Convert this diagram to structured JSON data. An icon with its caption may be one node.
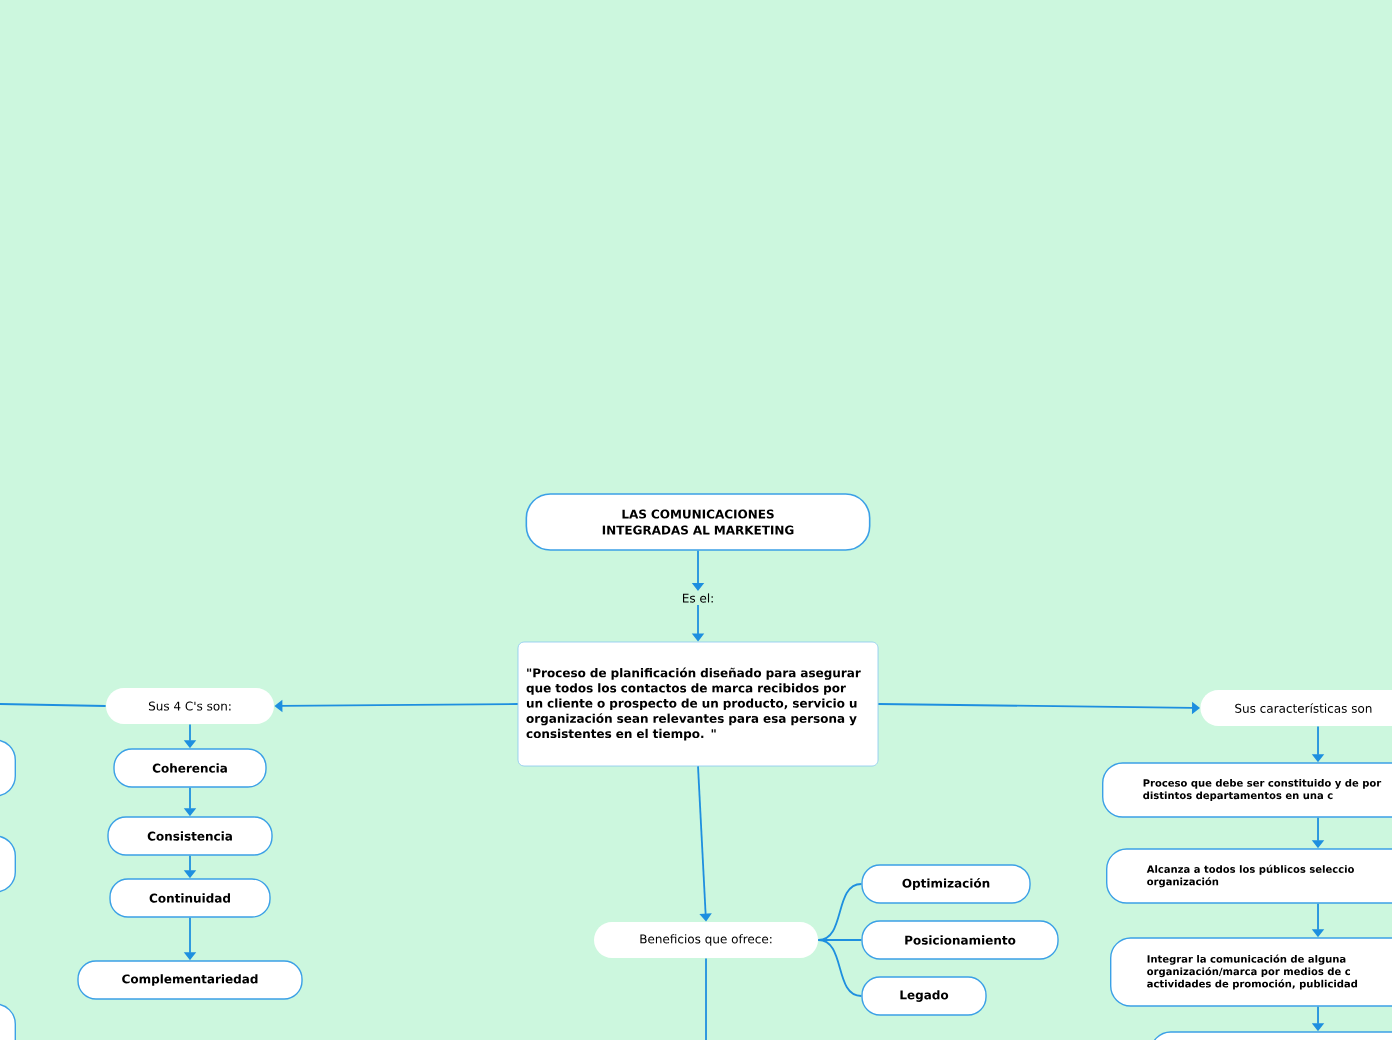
{
  "diagram": {
    "nodes": [
      {
        "text": [
          "LAS COMUNICACIONES INTEGRADAS AL MARKETING"
        ]
      },
      {
        "text": [
          "Es el:"
        ]
      },
      {
        "text": [
          "\"Proceso de planificación diseñado para asegurar que todos los contactos de marca recibidos por un cliente o prospecto de un producto, servicio u organización sean relevantes para esa persona y consistentes en el tiempo. \""
        ]
      },
      {
        "text": [
          "Sus 4 C's son:"
        ]
      },
      {
        "text": [
          "Coherencia"
        ]
      },
      {
        "text": [
          "Consistencia"
        ]
      },
      {
        "text": [
          "Continuidad"
        ]
      },
      {
        "text": [
          "Complementariedad"
        ]
      },
      {
        "text": [
          "Sus características son"
        ]
      },
      {
        "text": [
          "Proceso que debe ser constituido y de por distintos departamentos en una c"
        ]
      },
      {
        "text": [
          "Alcanza a todos los públicos seleccio organización"
        ]
      },
      {
        "text": [
          "Integrar la comunicación de alguna organización/marca por medios de c actividades de promoción, publicidad"
        ]
      },
      {
        "text": [],
        "shape": "box"
      },
      {
        "text": [
          "Beneficios que ofrece:"
        ]
      },
      {
        "text": [
          "Optimización"
        ]
      },
      {
        "text": [
          "Posicionamiento"
        ]
      },
      {
        "text": [
          "Legado"
        ]
      },
      {
        "text": [],
        "shape": "box"
      },
      {
        "text": [],
        "shape": "box"
      },
      {
        "text": [],
        "shape": "box"
      }
    ],
    "edges": [
      {
        "from": 0,
        "to": 1,
        "arrow": "to"
      },
      {
        "from": 1,
        "to": 2,
        "arrow": "to"
      },
      {
        "from": 2,
        "to": 3,
        "arrow": "to"
      },
      {
        "from": 2,
        "to": 8,
        "arrow": "to"
      },
      {
        "from": 2,
        "to": 13,
        "arrow": "to"
      },
      {
        "from": 3,
        "to": 4,
        "arrow": "to"
      },
      {
        "from": 4,
        "to": 5,
        "arrow": "to"
      },
      {
        "from": 5,
        "to": 6,
        "arrow": "to"
      },
      {
        "from": 6,
        "to": 7,
        "arrow": "to"
      },
      {
        "from": 8,
        "to": 9,
        "arrow": "to"
      },
      {
        "from": 9,
        "to": 10,
        "arrow": "to"
      },
      {
        "from": 10,
        "to": 11,
        "arrow": "to"
      },
      {
        "from": 11,
        "to": 12,
        "arrow": "to"
      },
      {
        "from": 13,
        "to": 14,
        "arrow": "none"
      },
      {
        "from": 13,
        "to": 15,
        "arrow": "none"
      },
      {
        "from": 13,
        "to": 16,
        "arrow": "none"
      },
      {
        "from": 3,
        "to": null,
        "arrow": "none"
      },
      {
        "from": 13,
        "to": null,
        "arrow": "none"
      }
    ]
  }
}
